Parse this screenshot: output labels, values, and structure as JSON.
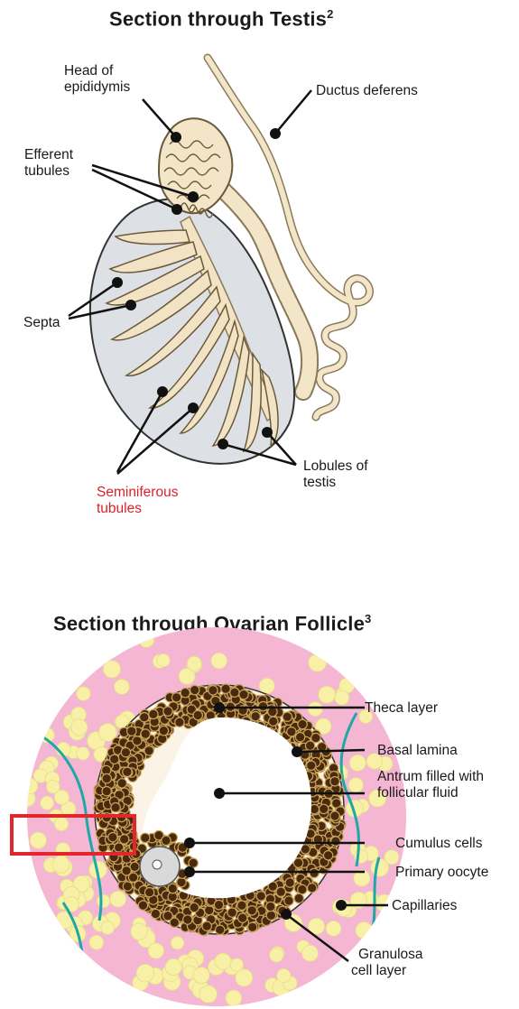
{
  "testis": {
    "title": "Section through Testis",
    "title_sup": "2",
    "labels": {
      "head_line1": "Head of",
      "head_line2": "epididymis",
      "ductus": "Ductus deferens",
      "efferent_line1": "Efferent",
      "efferent_line2": "tubules",
      "septa": "Septa",
      "semin_line1": "Seminiferous",
      "semin_line2": "tubules",
      "lobules_line1": "Lobules of",
      "lobules_line2": "testis"
    }
  },
  "ovary": {
    "title": "Section through Ovarian Follicle",
    "title_sup": "3",
    "labels": {
      "theca": "Theca layer",
      "basal": "Basal lamina",
      "antrum_line1": "Antrum filled with",
      "antrum_line2": "follicular fluid",
      "cumulus": "Cumulus cells",
      "oocyte": "Primary oocyte",
      "capillaries": "Capillaries",
      "granulosa_line1": "Granulosa",
      "granulosa_line2": "cell layer"
    }
  },
  "colors": {
    "highlight_box": "#e3262b",
    "seminiferous_label": "#d8232a",
    "testis_fill": "#dde1e6",
    "tubule_fill": "#f2e3c4",
    "theca_pink": "#f4b6d2",
    "yellow_cells": "#f7f0a6",
    "capillary": "#1fa7a8",
    "granulosa_brown": "#4a2a0e"
  }
}
